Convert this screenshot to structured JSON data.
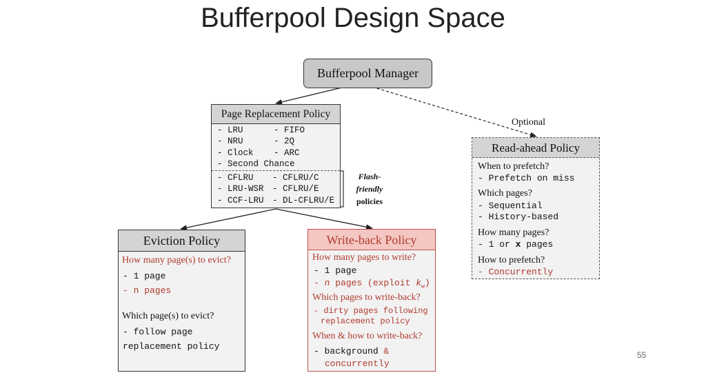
{
  "title": "Bufferpool Design Space",
  "manager": "Bufferpool Manager",
  "optional_label": "Optional",
  "page_replacement": {
    "header": "Page Replacement Policy",
    "col1": [
      "- LRU",
      "- NRU",
      "- Clock",
      "- Second Chance"
    ],
    "col2": [
      "- FIFO",
      "- 2Q",
      "- ARC"
    ],
    "flash_col1": [
      "- CFLRU",
      "- LRU-WSR",
      "- CCF-LRU"
    ],
    "flash_col2": [
      "- CFLRU/C",
      "- CFLRU/E",
      "- DL-CFLRU/E"
    ]
  },
  "flash_note": [
    "Flash-",
    "friendly",
    "policies"
  ],
  "eviction": {
    "header": "Eviction Policy",
    "q1": "How many page(s) to evict?",
    "a1": "- 1 page",
    "a2": "- n pages",
    "q2": "Which page(s) to evict?",
    "a3": "- follow page",
    "a4": "replacement policy"
  },
  "writeback": {
    "header": "Write-back Policy",
    "q1": "How many pages to write?",
    "a1": "- 1 page",
    "a2_prefix": "- ",
    "a2_n": "n",
    "a2_rest": " pages (exploit ",
    "a2_k": "k",
    "a2_sub": "w",
    "a2_end": ")",
    "q2": "Which pages to write-back?",
    "a3": "- dirty pages following",
    "a4": "replacement policy",
    "q3": "When & how to write-back?",
    "a5a": "- background ",
    "a5b": "&",
    "a6": "concurrently"
  },
  "readahead": {
    "header": "Read-ahead Policy",
    "q1": "When to prefetch?",
    "a1": "- Prefetch on miss",
    "q2": "Which pages?",
    "a2": "- Sequential",
    "a3": "- History-based",
    "q3": "How many pages?",
    "a4a": "- 1 or ",
    "a4b": "x",
    "a4c": " pages",
    "q4": "How to prefetch?",
    "a5": "- Concurrently"
  },
  "page_number": "55"
}
